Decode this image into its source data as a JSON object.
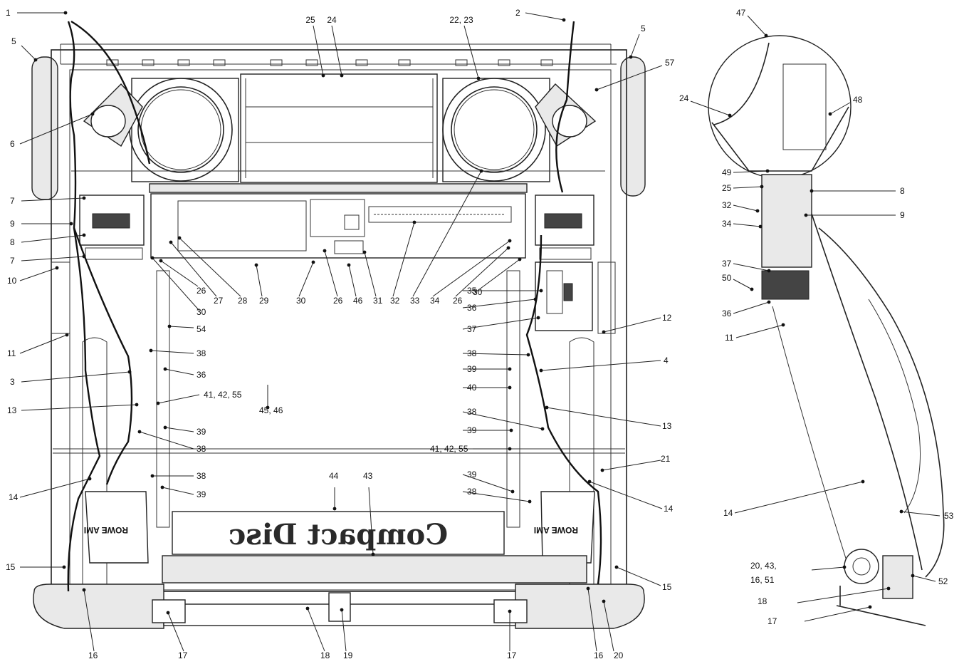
{
  "diagram": {
    "cabinet_text": "Compact Disc",
    "nameplate_text": "ROWE AMI",
    "callouts": [
      {
        "text": "1"
      },
      {
        "text": "2"
      },
      {
        "text": "5"
      },
      {
        "text": "5"
      },
      {
        "text": "25"
      },
      {
        "text": "24"
      },
      {
        "text": "22, 23"
      },
      {
        "text": "57"
      },
      {
        "text": "6"
      },
      {
        "text": "7"
      },
      {
        "text": "9"
      },
      {
        "text": "8"
      },
      {
        "text": "7"
      },
      {
        "text": "10"
      },
      {
        "text": "11"
      },
      {
        "text": "3"
      },
      {
        "text": "13"
      },
      {
        "text": "14"
      },
      {
        "text": "15"
      },
      {
        "text": "16"
      },
      {
        "text": "17"
      },
      {
        "text": "18"
      },
      {
        "text": "19"
      },
      {
        "text": "17"
      },
      {
        "text": "16"
      },
      {
        "text": "20"
      },
      {
        "text": "15"
      },
      {
        "text": "14"
      },
      {
        "text": "21"
      },
      {
        "text": "13"
      },
      {
        "text": "4"
      },
      {
        "text": "12"
      },
      {
        "text": "26"
      },
      {
        "text": "27"
      },
      {
        "text": "28"
      },
      {
        "text": "29"
      },
      {
        "text": "30"
      },
      {
        "text": "26"
      },
      {
        "text": "46"
      },
      {
        "text": "31"
      },
      {
        "text": "32"
      },
      {
        "text": "33"
      },
      {
        "text": "34"
      },
      {
        "text": "26"
      },
      {
        "text": "30"
      },
      {
        "text": "30"
      },
      {
        "text": "54"
      },
      {
        "text": "38"
      },
      {
        "text": "36"
      },
      {
        "text": "41, 42, 55"
      },
      {
        "text": "39"
      },
      {
        "text": "38"
      },
      {
        "text": "38"
      },
      {
        "text": "39"
      },
      {
        "text": "45, 46"
      },
      {
        "text": "44"
      },
      {
        "text": "43"
      },
      {
        "text": "35"
      },
      {
        "text": "36"
      },
      {
        "text": "37"
      },
      {
        "text": "38"
      },
      {
        "text": "39"
      },
      {
        "text": "40"
      },
      {
        "text": "38"
      },
      {
        "text": "39"
      },
      {
        "text": "41, 42, 55"
      },
      {
        "text": "39"
      },
      {
        "text": "38"
      },
      {
        "text": "47"
      },
      {
        "text": "24"
      },
      {
        "text": "48"
      },
      {
        "text": "49"
      },
      {
        "text": "25"
      },
      {
        "text": "8"
      },
      {
        "text": "32"
      },
      {
        "text": "9"
      },
      {
        "text": "34"
      },
      {
        "text": "37"
      },
      {
        "text": "50"
      },
      {
        "text": "36"
      },
      {
        "text": "11"
      },
      {
        "text": "14"
      },
      {
        "text": "53"
      },
      {
        "text": "20, 43,"
      },
      {
        "text": "16, 51"
      },
      {
        "text": "52"
      },
      {
        "text": "18"
      },
      {
        "text": "17"
      }
    ]
  }
}
